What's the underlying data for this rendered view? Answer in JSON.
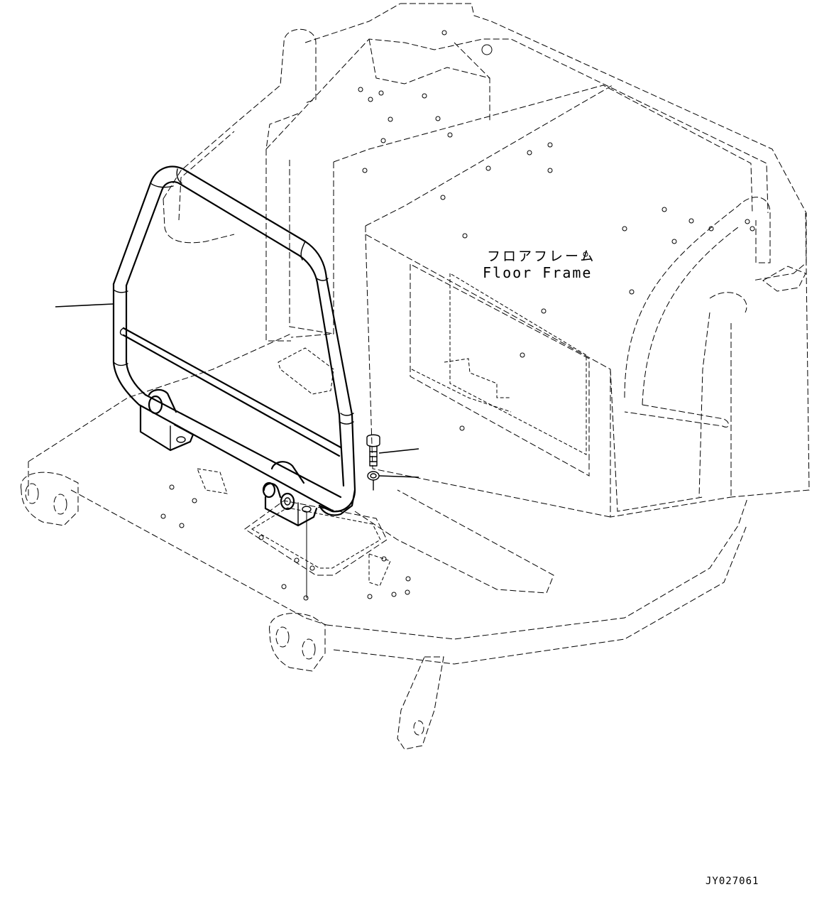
{
  "diagram": {
    "type": "exploded parts illustration",
    "callouts": {
      "floor_frame_jp": "フロアフレーム",
      "floor_frame_en": "Floor Frame"
    },
    "drawing_id": "JY027061",
    "parts": [
      {
        "name": "guard-rail",
        "leader_line": true,
        "leader_end": [
          78,
          432
        ]
      },
      {
        "name": "bolt",
        "leader_line": true,
        "leader_end": [
          590,
          633
        ]
      },
      {
        "name": "washer",
        "leader_line": true,
        "leader_end": [
          590,
          673
        ]
      }
    ],
    "reference_component": "floor frame (phantom, dashed lines)",
    "colors": {
      "line": "#000000",
      "background": "#ffffff"
    }
  }
}
